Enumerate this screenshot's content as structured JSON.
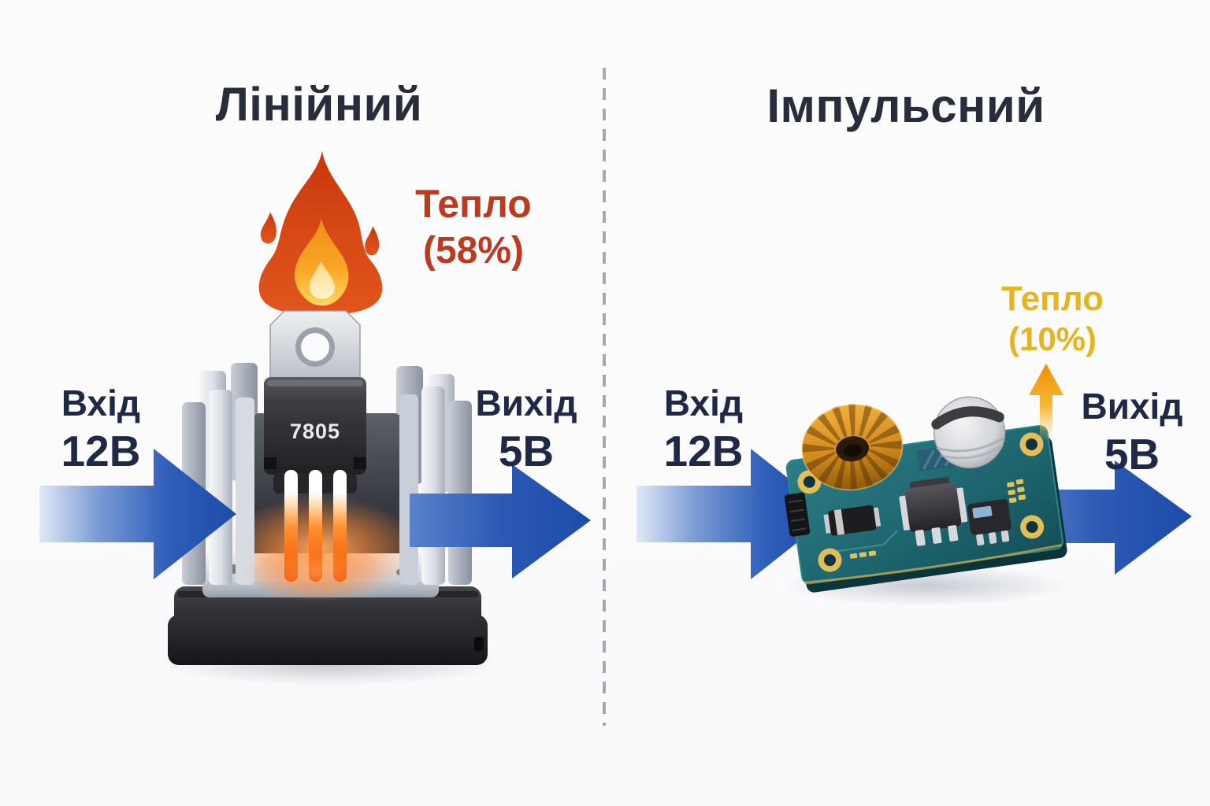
{
  "left_panel": {
    "title": "Лінійний",
    "heat": {
      "label": "Тепло",
      "value": "(58%)",
      "color": "#bb3a20"
    },
    "input": {
      "label": "Вхід",
      "value": "12В"
    },
    "output": {
      "label": "Вихід",
      "value": "5В"
    },
    "regulator_marking": "7805"
  },
  "right_panel": {
    "title": "Імпульсний",
    "heat": {
      "label": "Тепло",
      "value": "(10%)",
      "color": "#e6b321"
    },
    "input": {
      "label": "Вхід",
      "value": "12В"
    },
    "output": {
      "label": "Вихід",
      "value": "5В"
    }
  },
  "colors": {
    "background": "#fbfbfc",
    "title_text": "#272d3a",
    "io_text": "#1d2945",
    "arrow_blue": "#2b59b4",
    "heat_left_text": "#bb3a20",
    "heat_right_text": "#e6b321",
    "divider": "#a2a8b4",
    "flame_outer": "#d84a16",
    "flame_inner": "#f9a825",
    "leg_glow": "#ff6c12",
    "pcb_teal": "#1f6b72"
  },
  "icons": {
    "flame": "flame-icon",
    "heat_up_arrow": "up-arrow-icon",
    "flow_arrows": "right-arrow-icon"
  }
}
